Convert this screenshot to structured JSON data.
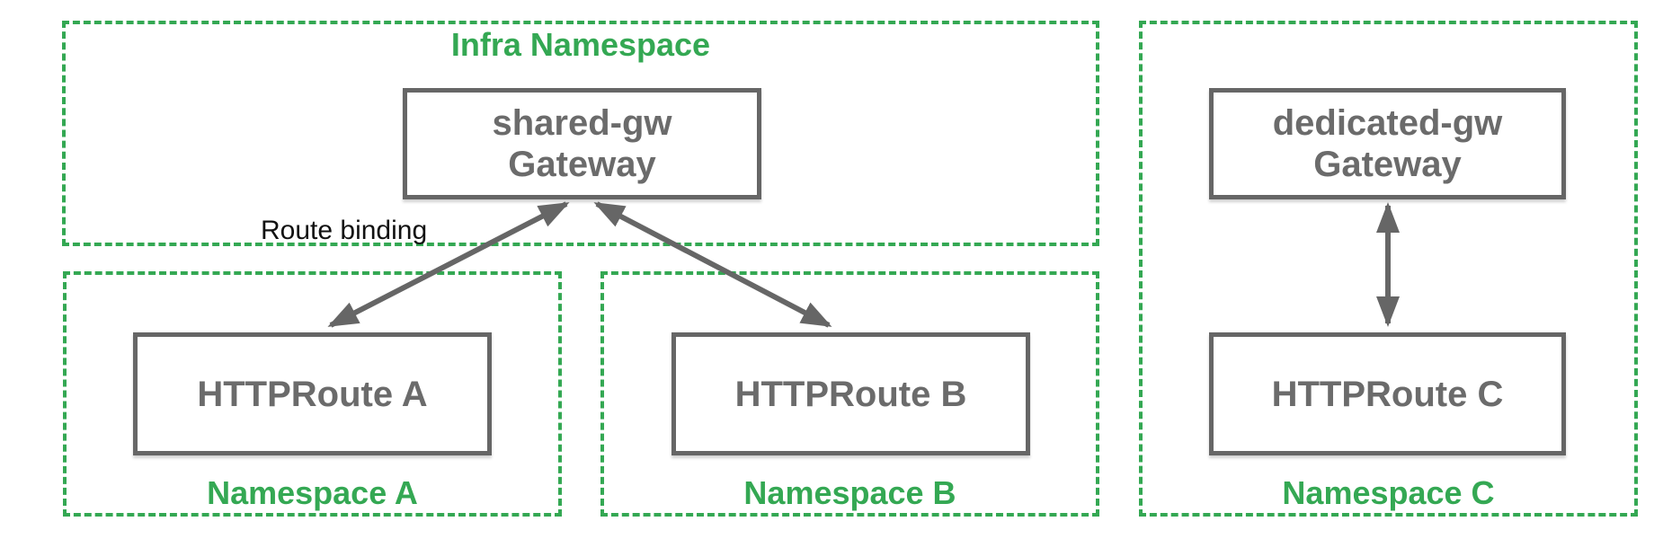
{
  "diagram": {
    "title": "Gateway and HTTPRoute namespace binding diagram",
    "colors": {
      "namespace_border": "#34a853",
      "namespace_label": "#34a853",
      "node_border": "#666666",
      "node_label": "#6b6b6b",
      "arrow": "#666666",
      "annotation_text": "#111111",
      "background": "#ffffff"
    },
    "namespaces": [
      {
        "id": "infra",
        "label": "Infra Namespace",
        "label_position": "top"
      },
      {
        "id": "a",
        "label": "Namespace A",
        "label_position": "bottom"
      },
      {
        "id": "b",
        "label": "Namespace B",
        "label_position": "bottom"
      },
      {
        "id": "c",
        "label": "Namespace C",
        "label_position": "bottom"
      }
    ],
    "nodes": [
      {
        "id": "shared-gw",
        "namespace": "infra",
        "lines": [
          "shared-gw",
          "Gateway"
        ]
      },
      {
        "id": "httproute-a",
        "namespace": "a",
        "lines": [
          "HTTPRoute A"
        ]
      },
      {
        "id": "httproute-b",
        "namespace": "b",
        "lines": [
          "HTTPRoute B"
        ]
      },
      {
        "id": "dedicated-gw",
        "namespace": "c",
        "lines": [
          "dedicated-gw",
          "Gateway"
        ]
      },
      {
        "id": "httproute-c",
        "namespace": "c",
        "lines": [
          "HTTPRoute C"
        ]
      }
    ],
    "edges": [
      {
        "from": "httproute-a",
        "to": "shared-gw",
        "style": "double-arrow",
        "label": "Route binding"
      },
      {
        "from": "httproute-b",
        "to": "shared-gw",
        "style": "double-arrow",
        "label": ""
      },
      {
        "from": "httproute-c",
        "to": "dedicated-gw",
        "style": "double-arrow",
        "label": ""
      }
    ]
  }
}
